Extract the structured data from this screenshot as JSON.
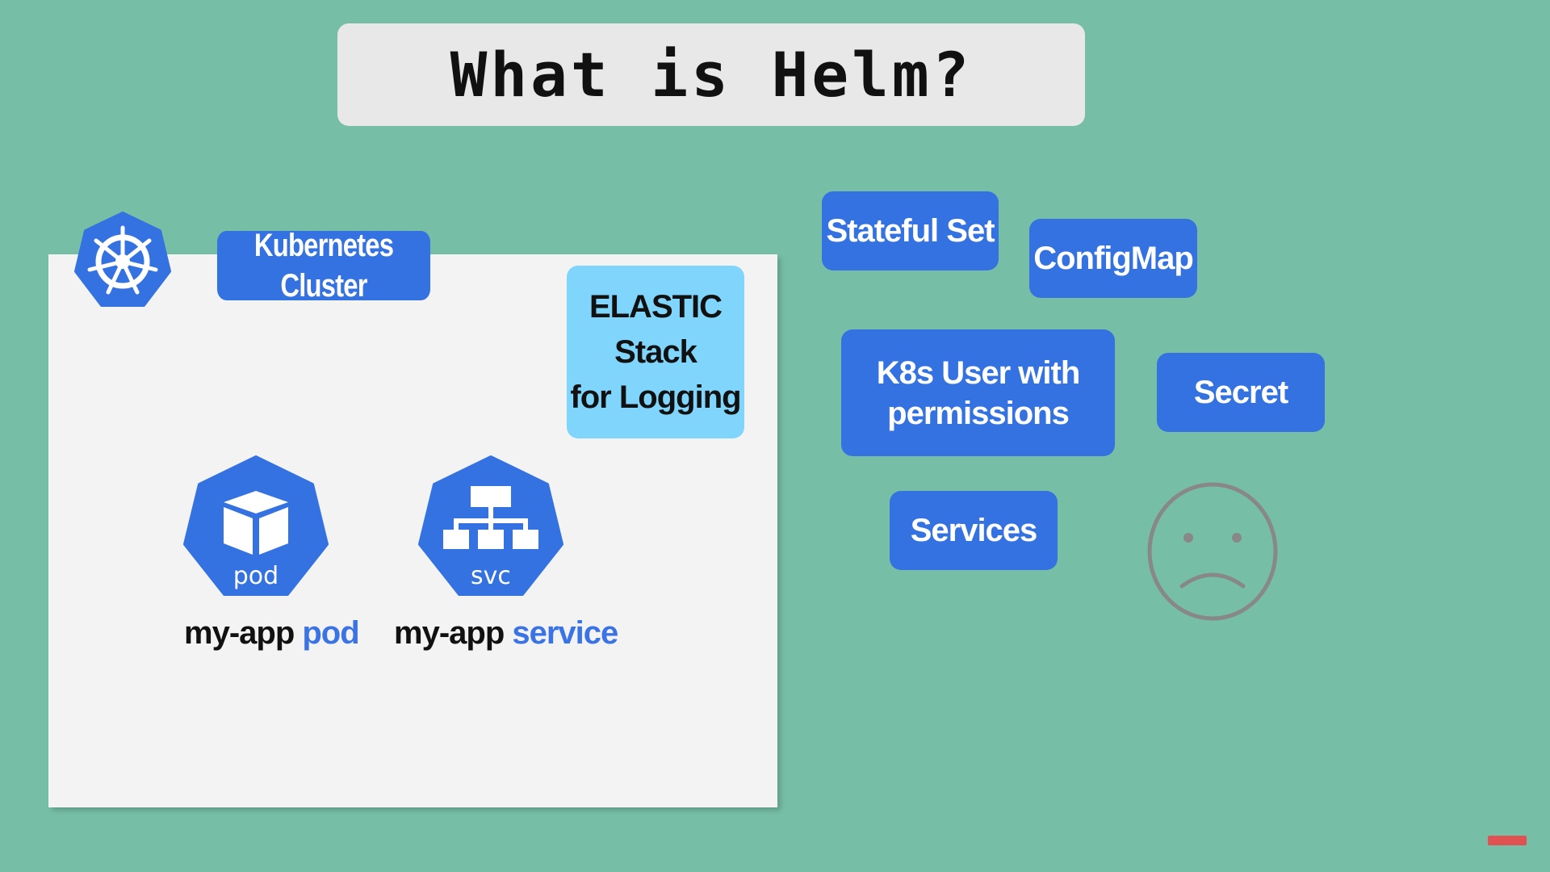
{
  "title": "What is Helm?",
  "cluster": {
    "label": "Kubernetes Cluster",
    "logo_icon": "kubernetes-helm-wheel-icon",
    "elastic": [
      "ELASTIC",
      "Stack",
      "for Logging"
    ],
    "pod": {
      "icon": "cube-icon",
      "icon_text": "pod",
      "caption_prefix": "my-app",
      "caption_accent": "pod"
    },
    "service": {
      "icon": "network-tree-icon",
      "icon_text": "svc",
      "caption_prefix": "my-app",
      "caption_accent": "service"
    }
  },
  "components": {
    "stateful_set": "Stateful Set",
    "configmap": "ConfigMap",
    "k8s_user": [
      "K8s User with",
      "permissions"
    ],
    "secret": "Secret",
    "services": "Services"
  },
  "sad_face_icon": "sad-face-icon",
  "colors": {
    "background": "#76bfa6",
    "tag_blue": "#3372e0",
    "elastic_blue": "#7fd5fb",
    "accent_text": "#3a73e6"
  }
}
